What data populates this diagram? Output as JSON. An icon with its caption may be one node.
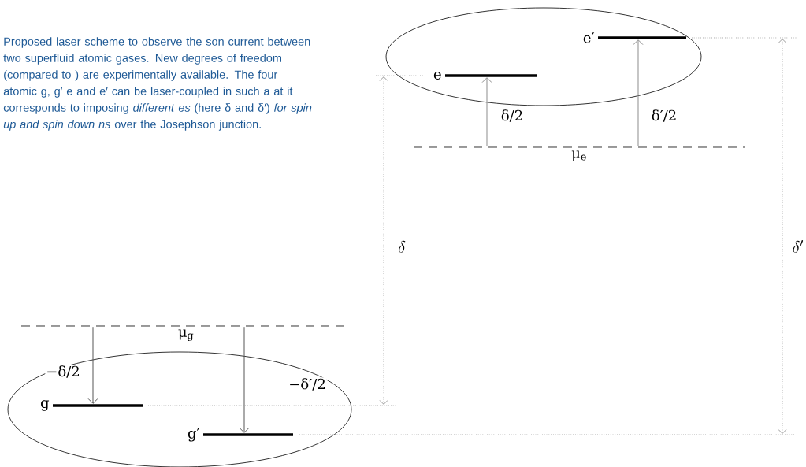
{
  "diagram": {
    "caption": "Proposed laser scheme to observe the son current between two superfluid atomic gases. New degrees of freedom (compared to ) are experimentally available. The four atomic g, g′ e and e′ can be laser-coupled in such a at it corresponds to imposing *different* *es* (here δ and δ′) *for spin up and spin down* *ns* over the Josephson junction.",
    "nodes": [
      {
        "text": [],
        "shape": "ellipse"
      },
      {
        "text": [
          "e"
        ],
        "in": 0
      },
      {
        "text": [
          "e′"
        ],
        "in": 0
      },
      {
        "text": [
          "μ$_{e}$"
        ]
      },
      {
        "text": [
          "μ$_{g}$"
        ]
      },
      {
        "text": [],
        "shape": "ellipse"
      },
      {
        "text": [
          "g"
        ],
        "in": 5
      },
      {
        "text": [
          "g′"
        ],
        "in": 5
      }
    ],
    "edges": [
      {
        "from": 3,
        "to": 1,
        "arrow": "to",
        "label": "δ/2",
        "color": "#8c8c8c"
      },
      {
        "from": 3,
        "to": 2,
        "arrow": "to",
        "label": "δ′/2",
        "color": "#8c8c8c"
      },
      {
        "from": 4,
        "to": 6,
        "arrow": "to",
        "label": "−δ/2"
      },
      {
        "from": 4,
        "to": 7,
        "arrow": "to",
        "label": "−δ′/2"
      }
    ],
    "labels": [
      "\\bar{\\delta}",
      "\\bar{\\delta}'"
    ]
  }
}
